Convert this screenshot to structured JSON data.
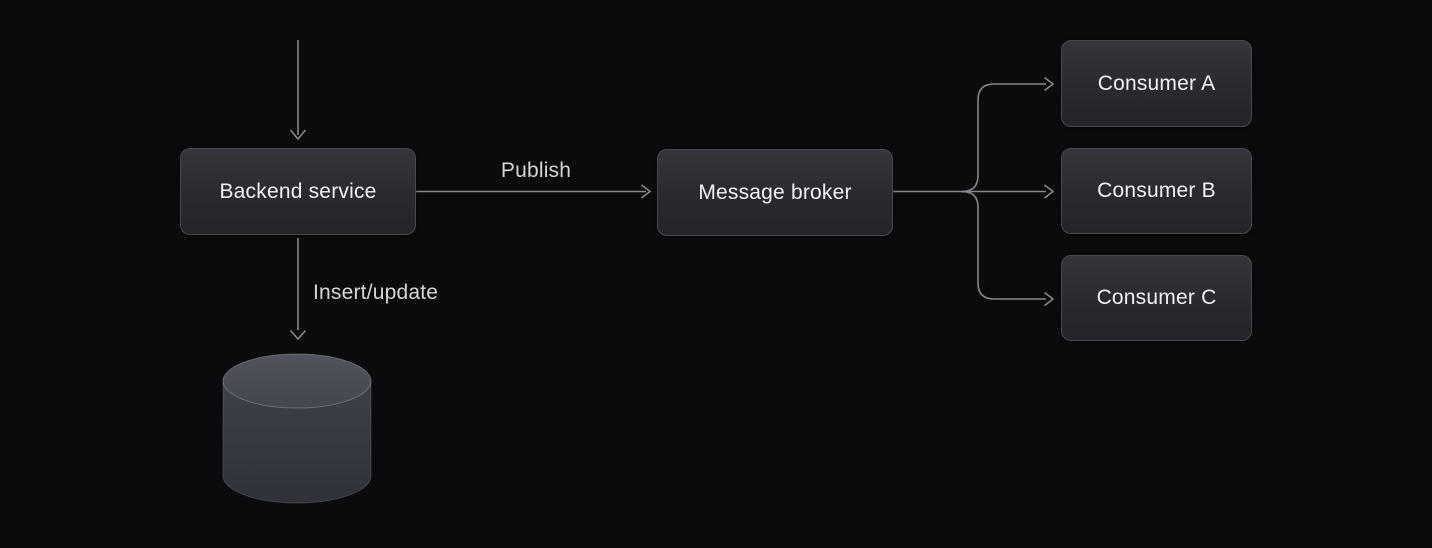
{
  "diagram": {
    "background": "#0b0b0d",
    "nodes": {
      "backend": {
        "label": "Backend service"
      },
      "broker": {
        "label": "Message broker"
      },
      "consumer_a": {
        "label": "Consumer A"
      },
      "consumer_b": {
        "label": "Consumer B"
      },
      "consumer_c": {
        "label": "Consumer C"
      },
      "database": {
        "icon": "database-cylinder"
      }
    },
    "edges": [
      {
        "from": "external",
        "to": "backend",
        "label": ""
      },
      {
        "from": "backend",
        "to": "broker",
        "label": "Publish"
      },
      {
        "from": "backend",
        "to": "database",
        "label": "Insert/update"
      },
      {
        "from": "broker",
        "to": "consumer_a",
        "label": ""
      },
      {
        "from": "broker",
        "to": "consumer_b",
        "label": ""
      },
      {
        "from": "broker",
        "to": "consumer_c",
        "label": ""
      }
    ],
    "colors": {
      "background": "#0b0b0d",
      "node_background_top": "#34363c",
      "node_background_bottom": "#242529",
      "node_border": "#47494f",
      "node_text": "#f1f2f4",
      "edge_line": "#85878c",
      "edge_label_text": "#d5d6d9",
      "cylinder_body_top": "#3e4148",
      "cylinder_body_bottom": "#2f3138",
      "cylinder_lid_top": "#51545c",
      "cylinder_lid_bottom": "#43464d"
    }
  }
}
